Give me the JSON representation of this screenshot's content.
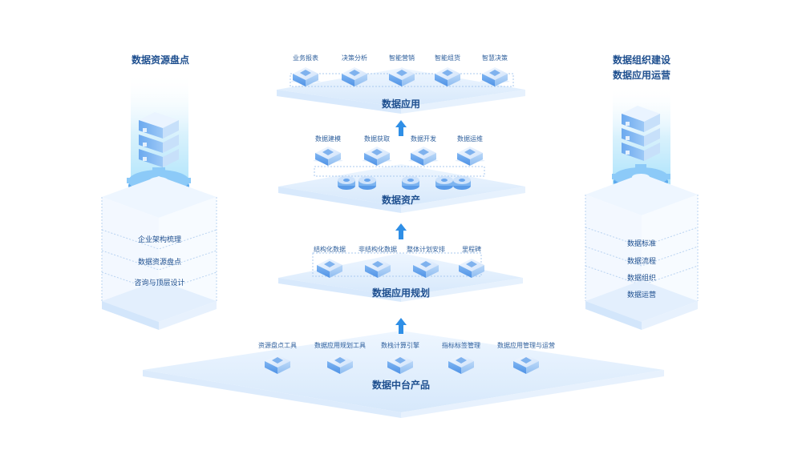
{
  "left_panel": {
    "title": "数据资源盘点",
    "items": [
      "企业架构梳理",
      "数据资源盘点",
      "咨询与顶层设计"
    ]
  },
  "right_panel": {
    "title_lines": [
      "数据组织建设",
      "数据应用运营"
    ],
    "items": [
      "数据标准",
      "数据流程",
      "数据组织",
      "数据运营"
    ]
  },
  "layers": {
    "application": {
      "name": "数据应用",
      "items": [
        "业务报表",
        "决策分析",
        "智能营销",
        "智能组货",
        "智慧决策"
      ]
    },
    "assets": {
      "name": "数据资产",
      "items": [
        "数据建模",
        "数据获取",
        "数据开发",
        "数据运维"
      ]
    },
    "planning": {
      "name": "数据应用规划",
      "items": [
        "结构化数据",
        "非结构化数据",
        "整体计划安排",
        "里程碑"
      ]
    },
    "platform": {
      "name": "数据中台产品",
      "items": [
        "资源盘点工具",
        "数据应用规划工具",
        "数栈计算引擎",
        "指标标签管理",
        "数据应用管理与运营"
      ]
    }
  },
  "colors": {
    "arrow": "#2f8fe6",
    "text": "#1e4f8f"
  }
}
